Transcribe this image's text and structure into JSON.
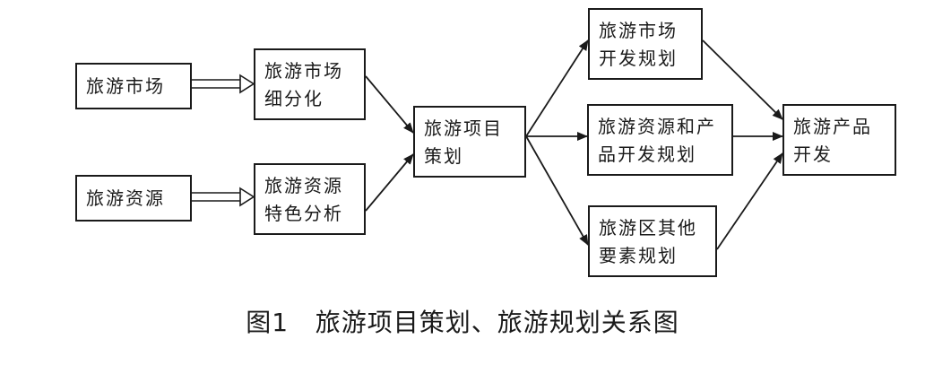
{
  "diagram": {
    "nodes": {
      "market": {
        "lines": [
          "旅游市场"
        ]
      },
      "resource": {
        "lines": [
          "旅游资源"
        ]
      },
      "market_seg": {
        "lines": [
          "旅游市场",
          "细分化"
        ]
      },
      "resource_feat": {
        "lines": [
          "旅游资源",
          "特色分析"
        ]
      },
      "project_plan": {
        "lines": [
          "旅游项目",
          "策划"
        ]
      },
      "market_dev": {
        "lines": [
          "旅游市场",
          "开发规划"
        ]
      },
      "resource_prod_dev": {
        "lines": [
          "旅游资源和产",
          "品开发规划"
        ]
      },
      "area_other": {
        "lines": [
          "旅游区其他",
          "要素规划"
        ]
      },
      "product_dev": {
        "lines": [
          "旅游产品",
          "开发"
        ]
      }
    },
    "edges": [
      {
        "from": "market",
        "to": "market_seg",
        "style": "double-line-open-arrow"
      },
      {
        "from": "resource",
        "to": "resource_feat",
        "style": "double-line-open-arrow"
      },
      {
        "from": "market_seg",
        "to": "project_plan",
        "style": "arrow"
      },
      {
        "from": "resource_feat",
        "to": "project_plan",
        "style": "arrow"
      },
      {
        "from": "project_plan",
        "to": "market_dev",
        "style": "arrow"
      },
      {
        "from": "project_plan",
        "to": "resource_prod_dev",
        "style": "arrow"
      },
      {
        "from": "project_plan",
        "to": "area_other",
        "style": "arrow"
      },
      {
        "from": "market_dev",
        "to": "product_dev",
        "style": "arrow"
      },
      {
        "from": "resource_prod_dev",
        "to": "product_dev",
        "style": "arrow"
      },
      {
        "from": "area_other",
        "to": "product_dev",
        "style": "arrow"
      }
    ]
  },
  "caption": "图1   旅游项目策划、旅游规划关系图",
  "colors": {
    "stroke": "#1a1a1a",
    "background": "#ffffff"
  }
}
